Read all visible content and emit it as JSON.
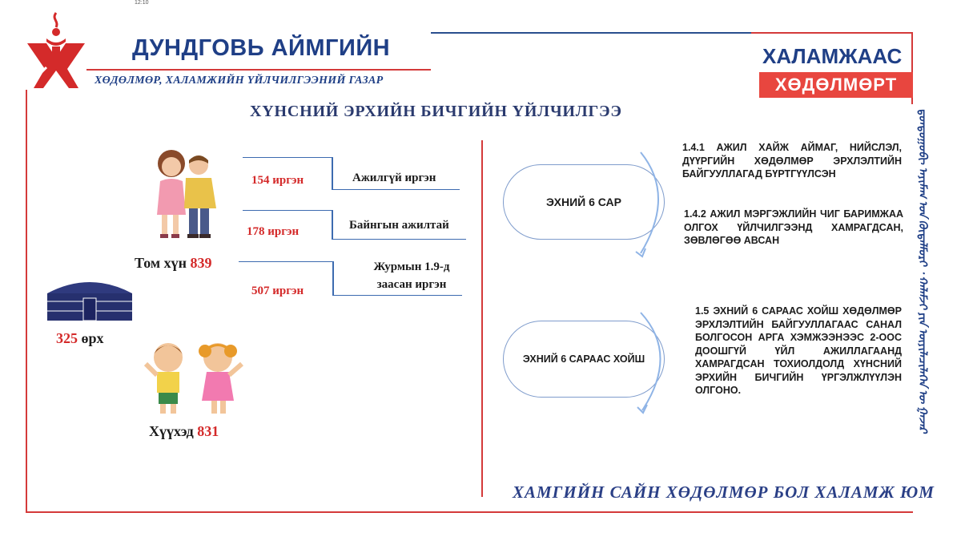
{
  "top_note": "12:10",
  "header": {
    "title": "ДУНДГОВЬ АЙМГИЙН",
    "subtitle": "ХӨДӨЛМӨР, ХАЛАМЖИЙН ҮЙЛЧИЛГЭЭНИЙ ГАЗАР"
  },
  "brand": {
    "top": "ХАЛАМЖААС",
    "box": "ХӨДӨЛМӨРТ"
  },
  "section_title": "ХҮНСНИЙ ЭРХИЙН БИЧГИЙН ҮЙЛЧИЛГЭЭ",
  "adults": {
    "label": "Том хүн",
    "count": "839",
    "groups": [
      {
        "count_text": "154 иргэн",
        "label": "Ажилгүй иргэн"
      },
      {
        "count_text": "178 иргэн",
        "label": "Байнгын ажилтай"
      },
      {
        "count_text": "507 иргэн",
        "label": "Журмын 1.9-д заасан иргэн"
      }
    ]
  },
  "households": {
    "count": "325",
    "unit": "өрх"
  },
  "children": {
    "label": "Хүүхэд",
    "count": "831"
  },
  "periods": [
    {
      "name": "ЭХНИЙ 6 САР",
      "items": [
        "1.4.1 АЖИЛ ХАЙЖ АЙМАГ, НИЙСЛЭЛ, ДҮҮРГИЙН ХӨДӨЛМӨР ЭРХЛЭЛТИЙН БАЙГУУЛЛАГАД БҮРТГҮҮЛСЭН",
        "1.4.2 АЖИЛ МЭРГЭЖЛИЙН ЧИГ БАРИМЖАА ОЛГОХ ҮЙЛЧИЛГЭЭНД ХАМРАГДСАН, ЗӨВЛӨГӨӨ АВСАН"
      ]
    },
    {
      "name": "ЭХНИЙ  6 САРААС ХОЙШ",
      "items": [
        "1.5 ЭХНИЙ 6 САРААС ХОЙШ ХӨДӨЛМӨР ЭРХЛЭЛТИЙН БАЙГУУЛЛАГААС САНАЛ БОЛГОСОН АРГА ХЭМЖЭЭНЭЭС 2-ООС ДООШГҮЙ ҮЙЛ АЖИЛЛАГААНД ХАМРАГДСАН ТОХИОЛДОЛД ХҮНСНИЙ ЭРХИЙН БИЧГИЙН ҮРГЭЛЖЛҮҮЛЭН ОЛГОНО."
      ]
    }
  ],
  "slogan": "ХАМГИЙН САЙН ХӨДӨЛМӨР БОЛ ХАЛАМЖ ЮМ",
  "vertical_script": "ᠳ᠋ᠤᠨᠳᠤᠭᠣᠪᠢ ᠠᠶᠢᠮᠠᠭ ᠤᠨ ᠬᠥᠳᠡᠯᠮᠦᠷᠢ ᠂ ᠬᠠᠯᠠᠮᠵᠢ ᠶᠢᠨ ᠦᠶᠢᠯᠡᠴᠢᠯᠡᠭᠡᠨ ᠦ ᠭᠠᠵᠠᠷ",
  "colors": {
    "red": "#d43a3a",
    "blue": "#1f3f86",
    "accent_red": "#e8463f"
  }
}
